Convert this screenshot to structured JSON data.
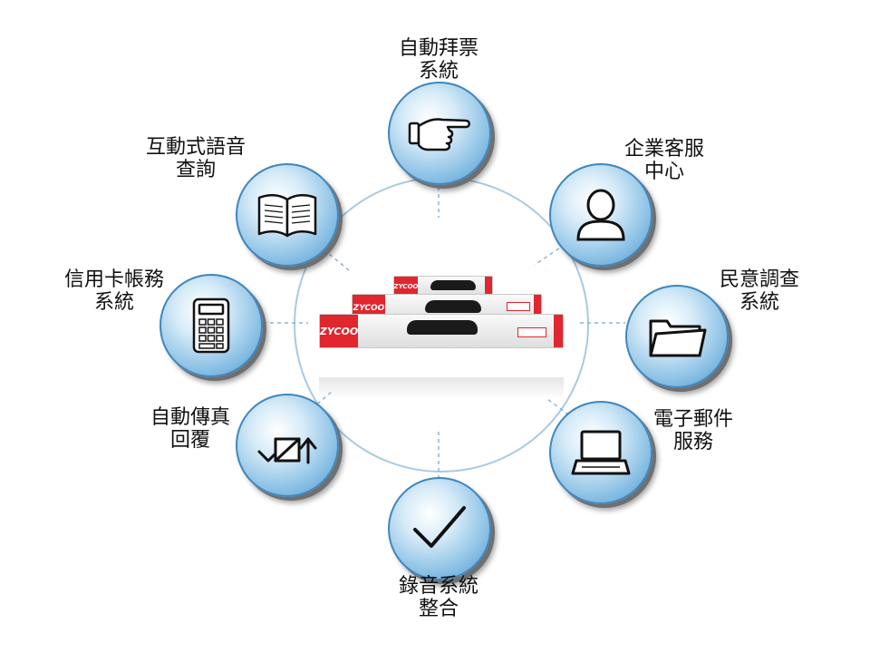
{
  "diagram": {
    "center_brand": "ZYCOO",
    "nodes": [
      {
        "id": "auto-voting",
        "label_lines": [
          "自動拜票",
          "系統"
        ],
        "icon": "pointing-hand-icon"
      },
      {
        "id": "customer-service",
        "label_lines": [
          "企業客服",
          "中心"
        ],
        "icon": "person-icon"
      },
      {
        "id": "survey",
        "label_lines": [
          "民意調查",
          "系統"
        ],
        "icon": "folder-icon"
      },
      {
        "id": "email",
        "label_lines": [
          "電子郵件",
          "服務"
        ],
        "icon": "laptop-icon"
      },
      {
        "id": "recording",
        "label_lines": [
          "錄音系統",
          "整合"
        ],
        "icon": "checkmark-icon"
      },
      {
        "id": "fax",
        "label_lines": [
          "自動傳真",
          "回覆"
        ],
        "icon": "fax-arrows-icon"
      },
      {
        "id": "credit-card",
        "label_lines": [
          "信用卡帳務",
          "系統"
        ],
        "icon": "calculator-icon"
      },
      {
        "id": "ivr",
        "label_lines": [
          "互動式語音",
          "查詢"
        ],
        "icon": "book-icon"
      }
    ]
  }
}
